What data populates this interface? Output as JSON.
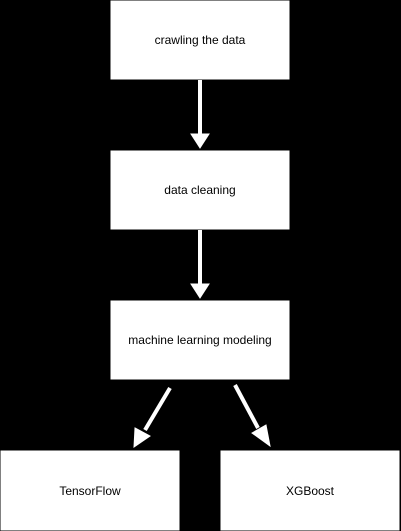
{
  "colors": {
    "background": "#000000",
    "node_fill": "#ffffff",
    "node_text": "#000000",
    "edge": "#ffffff"
  },
  "nodes": [
    {
      "id": "crawl",
      "label": "crawling the data"
    },
    {
      "id": "clean",
      "label": "data cleaning"
    },
    {
      "id": "ml",
      "label": "machine learning modeling"
    },
    {
      "id": "tf",
      "label": "TensorFlow"
    },
    {
      "id": "xgb",
      "label": "XGBoost"
    }
  ],
  "edges": [
    {
      "from": "crawl",
      "to": "clean"
    },
    {
      "from": "clean",
      "to": "ml"
    },
    {
      "from": "ml",
      "to": "tf"
    },
    {
      "from": "ml",
      "to": "xgb"
    }
  ]
}
